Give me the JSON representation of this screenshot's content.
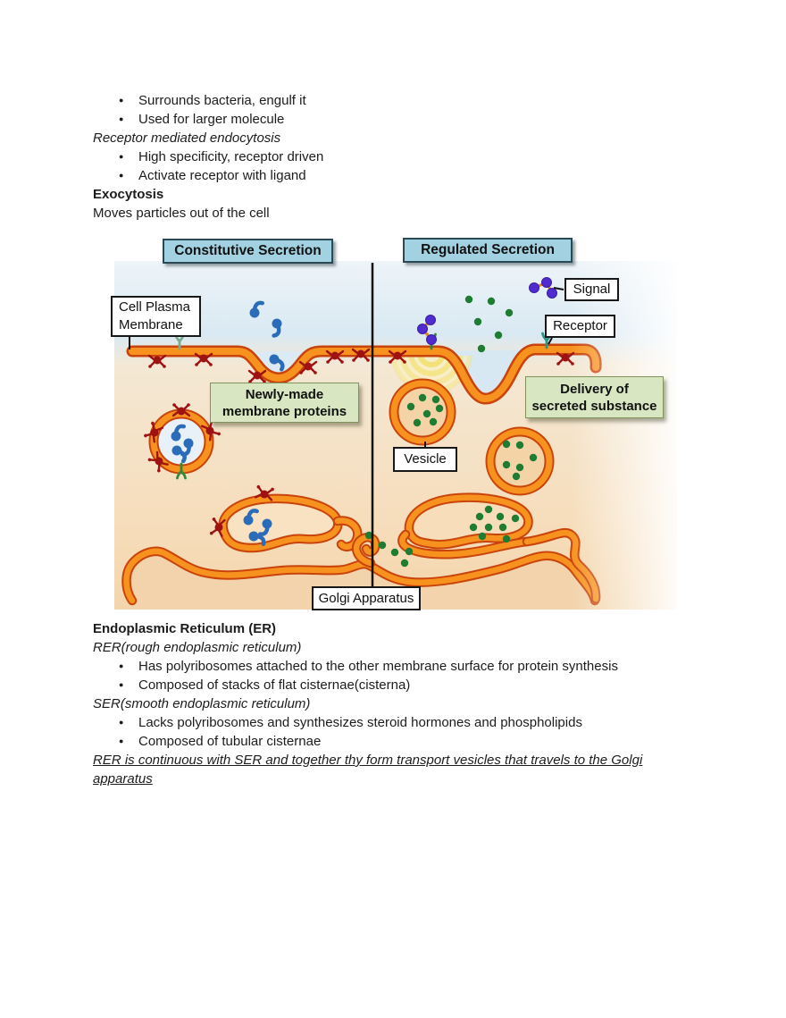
{
  "glyphs": {
    "bullet": "●"
  },
  "notes_top": {
    "lines": [
      {
        "style": "bullet",
        "text": "Surrounds bacteria, engulf it"
      },
      {
        "style": "bullet",
        "text": "Used for larger molecule"
      },
      {
        "style": "italic",
        "text": "Receptor mediated endocytosis"
      },
      {
        "style": "bullet",
        "text": "High specificity, receptor driven"
      },
      {
        "style": "bullet",
        "text": "Activate receptor with ligand"
      },
      {
        "style": "bold",
        "text": "Exocytosis"
      },
      {
        "style": "plain",
        "text": "Moves particles out of the cell"
      }
    ]
  },
  "diagram": {
    "left_header": "Constitutive Secretion",
    "right_header": "Regulated Secretion",
    "labels": {
      "cell_plasma_membrane": "Cell Plasma Membrane",
      "signal": "Signal",
      "receptor": "Receptor",
      "newly_made_membrane_proteins": "Newly-made membrane proteins",
      "delivery_of_secreted_substance": "Delivery of secreted substance",
      "vesicle": "Vesicle",
      "golgi_apparatus": "Golgi Apparatus"
    },
    "colors": {
      "header_fill": "#a2d2e2",
      "header_border": "#2b4954",
      "green_label_fill": "#d8e6c2",
      "green_label_border": "#82925c",
      "membrane_orange": "#f7921e",
      "membrane_outline": "#c9440c",
      "secreted_substance_green": "#1e7d32",
      "membrane_protein_blue": "#2b6cb8",
      "signal_purple": "#4f2bd0",
      "receptor_red": "#9e1212",
      "receptor_teal": "#2a9486",
      "burst_yellow": "#f2e071",
      "extracellular_blue": "#dceaf3",
      "cytoplasm_peach": "#f2d3ab"
    }
  },
  "notes_bottom": {
    "lines": [
      {
        "style": "bold",
        "text": "Endoplasmic Reticulum (ER)"
      },
      {
        "style": "italic",
        "text": "RER(rough endoplasmic reticulum)"
      },
      {
        "style": "bullet",
        "text": "Has polyribosomes attached to the other membrane surface for protein synthesis"
      },
      {
        "style": "bullet",
        "text": "Composed of stacks of flat cisternae(cisterna)"
      },
      {
        "style": "italic",
        "text": "SER(smooth endoplasmic reticulum)"
      },
      {
        "style": "bullet",
        "text": "Lacks polyribosomes and synthesizes steroid hormones and phospholipids"
      },
      {
        "style": "bullet",
        "text": "Composed of tubular cisternae"
      },
      {
        "style": "italic-underline",
        "text": "RER is continuous with SER and together thy form transport vesicles that travels to the Golgi apparatus"
      }
    ]
  }
}
